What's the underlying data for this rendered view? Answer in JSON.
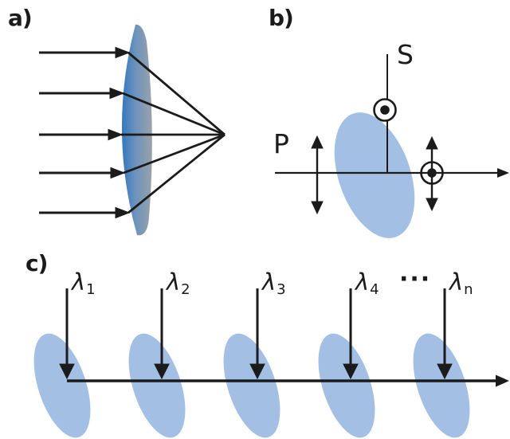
{
  "figure": {
    "colors": {
      "line": "#1b1b1b",
      "ellipse_fill": "#a3bfe4",
      "lens_blue": "#3577be",
      "lens_mid": "#6c93bc",
      "lens_gray": "#9aa2ab"
    },
    "panel_a": {
      "label": "a)"
    },
    "panel_b": {
      "label": "b)",
      "s_label": "S",
      "p_label": "P"
    },
    "panel_c": {
      "label": "c)",
      "ellipsis": "···",
      "wavelengths": [
        {
          "symbol": "λ",
          "sub": "1"
        },
        {
          "symbol": "λ",
          "sub": "2"
        },
        {
          "symbol": "λ",
          "sub": "3"
        },
        {
          "symbol": "λ",
          "sub": "4"
        },
        {
          "symbol": "λ",
          "sub": "n"
        }
      ]
    }
  }
}
